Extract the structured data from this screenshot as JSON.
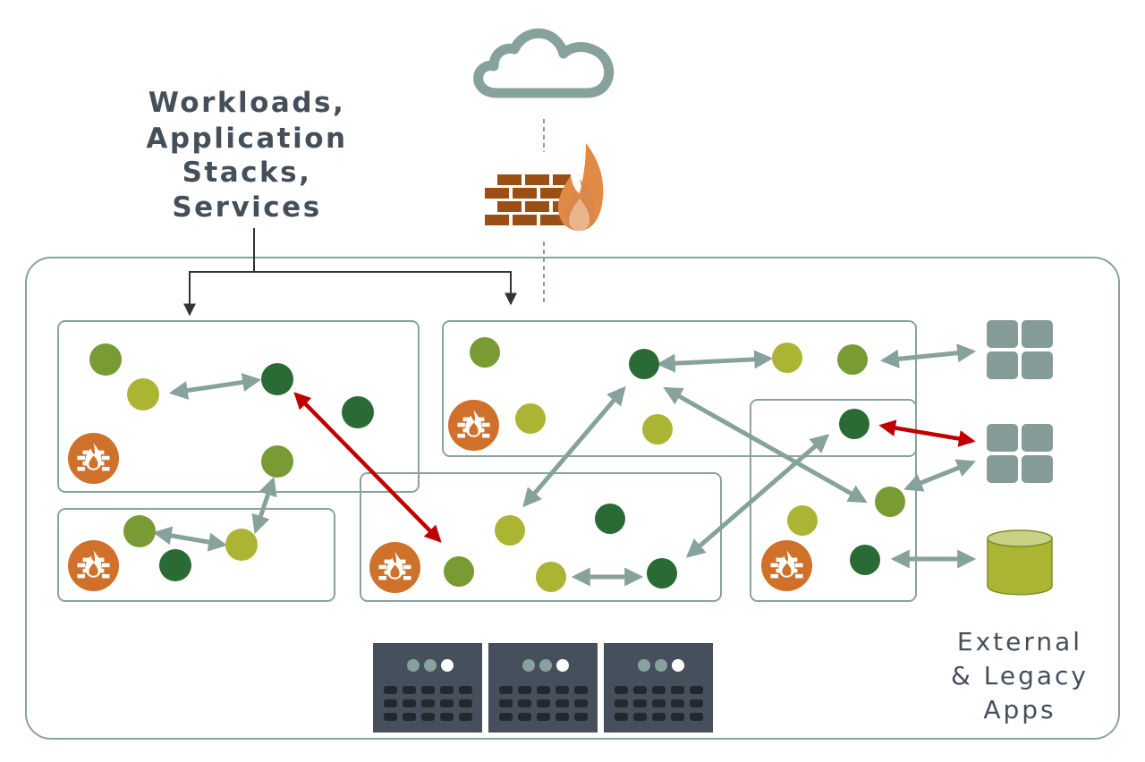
{
  "title": {
    "lines": [
      "Workloads,",
      "Application",
      "Stacks,",
      "Services"
    ]
  },
  "external_label": {
    "lines": [
      "External",
      "& Legacy",
      "Apps"
    ]
  },
  "colors": {
    "frame": "#8aa29e",
    "arrow_gray": "#87a19d",
    "arrow_red": "#c00000",
    "connector": "#333333",
    "node_olive": "#789b33",
    "node_lime": "#abb533",
    "node_dark": "#2a6a35",
    "firewall_badge": "#cf712b",
    "brick": "#9b4f14",
    "flame_outer": "#e08a45",
    "flame_inner": "#eab58c",
    "server_body": "#464f5c",
    "server_key": "#23282f",
    "server_led_dim": "#87a19d",
    "server_led_on": "#ffffff",
    "app_tile": "#849b98",
    "db_body": "#abb533",
    "db_top": "#c9d187",
    "db_edge": "#7c8f27",
    "title_text": "#454f5a"
  },
  "icons": {
    "cloud": "cloud-icon",
    "perimeter_firewall": "firewall-icon",
    "segment_firewall": "firewall-badge-icon",
    "server": "server-icon",
    "app": "app-grid-icon",
    "database": "database-icon"
  },
  "segments": [
    {
      "id": "segment-a",
      "has_firewall": true
    },
    {
      "id": "segment-b",
      "has_firewall": true
    },
    {
      "id": "segment-c",
      "has_firewall": true
    },
    {
      "id": "segment-d",
      "has_firewall": true
    },
    {
      "id": "segment-e",
      "has_firewall": true
    }
  ],
  "external_apps": [
    "app-1",
    "app-2",
    "database"
  ],
  "servers": [
    "server-1",
    "server-2",
    "server-3"
  ]
}
